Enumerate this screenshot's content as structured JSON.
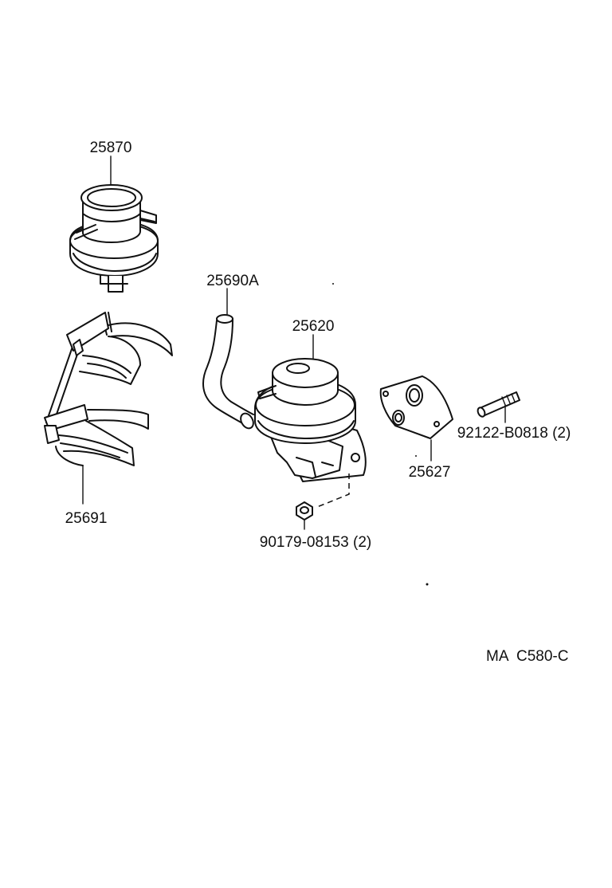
{
  "parts": [
    {
      "id": "p25870",
      "label": "25870"
    },
    {
      "id": "p25691",
      "label": "25691"
    },
    {
      "id": "p25690A",
      "label": "25690A"
    },
    {
      "id": "p25620",
      "label": "25620"
    },
    {
      "id": "p25627",
      "label": "25627"
    },
    {
      "id": "p92122",
      "label": "92122-B0818 (2)"
    },
    {
      "id": "p90179",
      "label": "90179-08153 (2)"
    }
  ],
  "footer": {
    "code": "MA  C580-C"
  }
}
